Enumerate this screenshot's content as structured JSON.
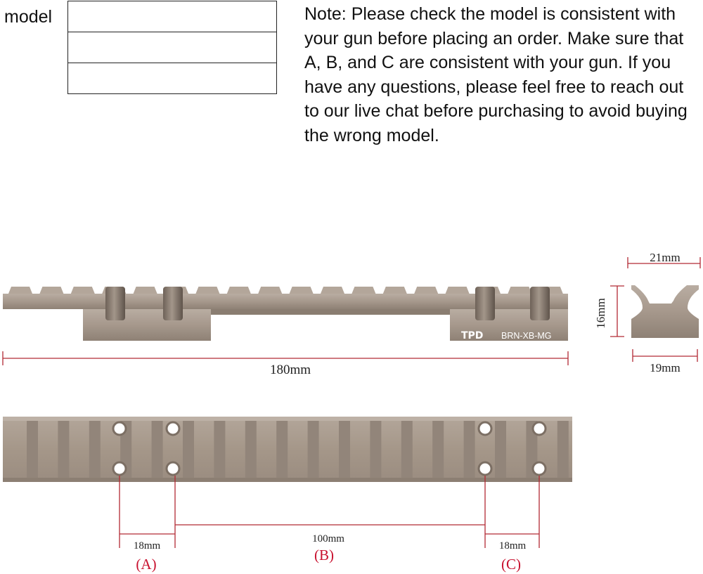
{
  "model": {
    "label": "model",
    "rows": [
      "",
      "",
      ""
    ]
  },
  "note": "Note: Please check the model is consistent with your gun before placing an order. Make sure that A, B, and C are consistent with your gun. If you have any questions, please feel free to reach out to our live chat before purchasing to avoid buying the wrong model.",
  "rail": {
    "brand": "TPD",
    "model_code": "BRN-XB-MG"
  },
  "dimensions": {
    "length": "180mm",
    "top_width": "21mm",
    "height": "16mm",
    "bottom_width": "19mm",
    "a": "18mm",
    "b": "100mm",
    "c": "18mm"
  },
  "labels": {
    "a": "(A)",
    "b": "(B)",
    "c": "(C)"
  },
  "colors": {
    "rail": "#a89a8e",
    "rail_dark": "#7f7267",
    "rail_light": "#c2b6ab",
    "dim_line": "#b22a34",
    "label_red": "#c8102e"
  }
}
